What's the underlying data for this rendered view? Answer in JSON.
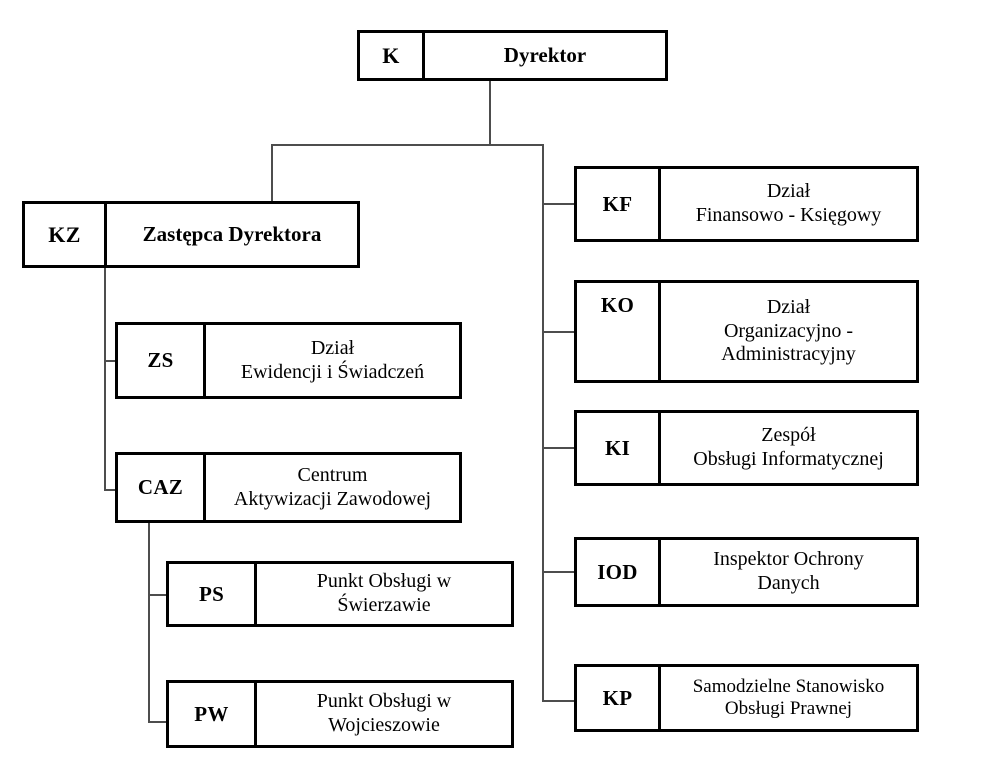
{
  "diagram": {
    "type": "organizational-chart",
    "language": "pl",
    "background_color": "#ffffff",
    "box_border_color": "#000000",
    "connector_color": "#4d4d4d"
  },
  "nodes": {
    "root": {
      "code": "K",
      "title": "Dyrektor"
    },
    "deputy": {
      "code": "KZ",
      "title": "Zastępca Dyrektora"
    },
    "zs": {
      "code": "ZS",
      "title": "Dział\nEwidencji i Świadczeń"
    },
    "caz": {
      "code": "CAZ",
      "title": "Centrum\nAktywizacji Zawodowej"
    },
    "ps": {
      "code": "PS",
      "title": "Punkt Obsługi w\nŚwierzawie"
    },
    "pw": {
      "code": "PW",
      "title": "Punkt Obsługi w\nWojcieszowie"
    },
    "kf": {
      "code": "KF",
      "title": "Dział\nFinansowo - Księgowy"
    },
    "ko": {
      "code": "KO",
      "title": "Dział\nOrganizacyjno -\nAdministracyjny"
    },
    "ki": {
      "code": "KI",
      "title": "Zespół\nObsługi Informatycznej"
    },
    "iod": {
      "code": "IOD",
      "title": "Inspektor Ochrony\nDanych"
    },
    "kp": {
      "code": "KP",
      "title": "Samodzielne Stanowisko\nObsługi Prawnej"
    }
  }
}
